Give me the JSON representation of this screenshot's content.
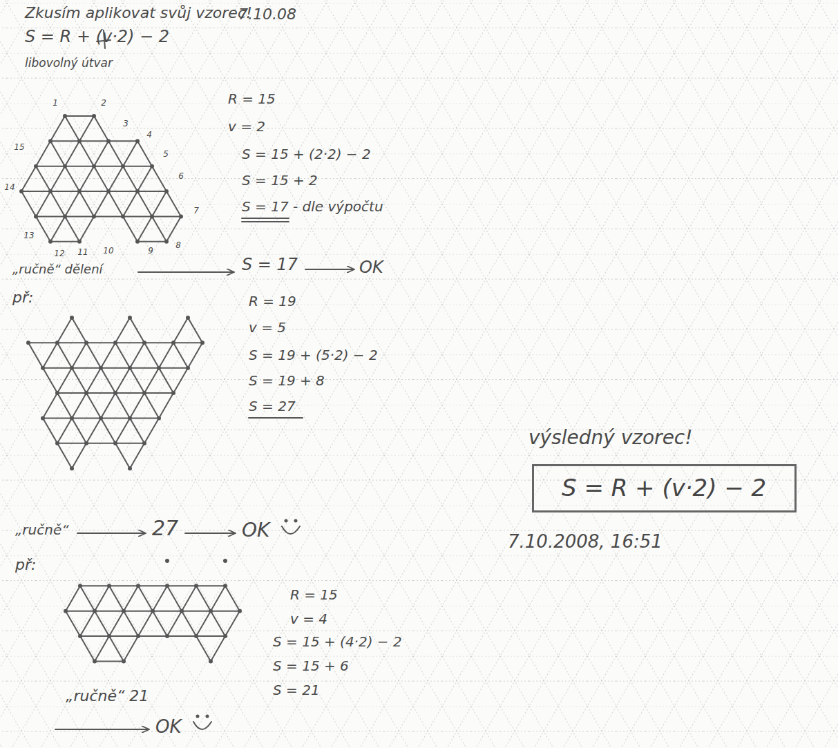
{
  "diagram": {
    "nodes": [
      {
        "text": [
          "S = R + (v·2) − 2"
        ]
      }
    ],
    "labels": [
      "Zkusím aplikovat svůj vzorec!",
      "7.10.08",
      "S = R + (v·2) − 2",
      "libovolný útvar",
      "1",
      "2",
      "3",
      "4",
      "5",
      "6",
      "7",
      "8",
      "9",
      "10",
      "11",
      "12",
      "13",
      "14",
      "15",
      "R = 15",
      "v = 2",
      "S = 15 + (2·2) − 2",
      "S = 15 + 2",
      "S = 17 - dle výpočtu",
      "„ručně“ dělení",
      "S = 17",
      "OK",
      "př:",
      "R = 19",
      "v = 5",
      "S = 19 + (5·2) − 2",
      "S = 19 + 8",
      "S = 27",
      "„ručně“",
      "27",
      "OK",
      "př:",
      "R = 15",
      "v = 4",
      "S = 15 + (4·2) − 2",
      "S = 15 + 6",
      "S = 21",
      "„ručně“ 21",
      "OK",
      "výsledný vzorec!",
      "7.10.2008, 16:51"
    ]
  }
}
